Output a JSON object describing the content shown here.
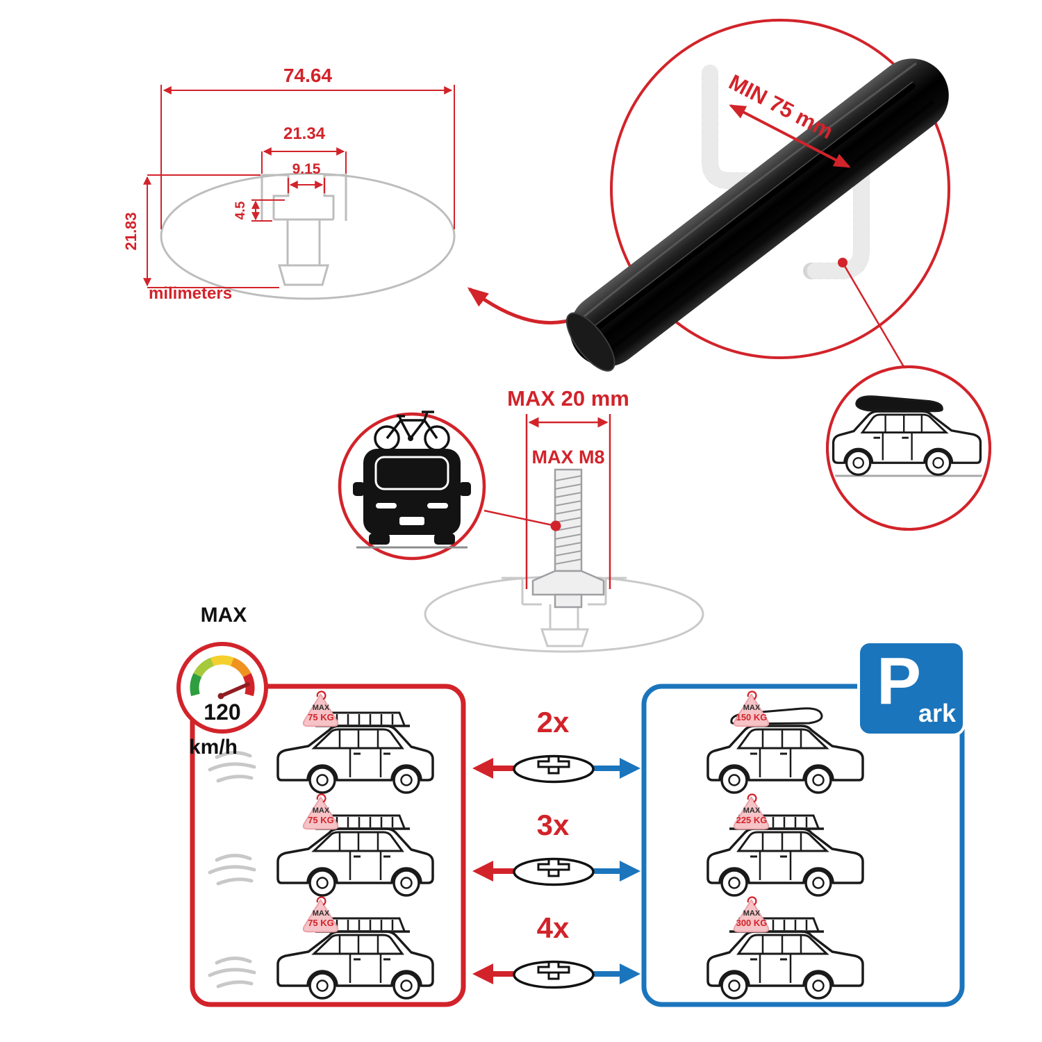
{
  "diagram_dims": {
    "total_width": "74.64",
    "channel_width": "21.34",
    "slot_width": "9.15",
    "lip_depth": "4.5",
    "total_height": "21.83",
    "units": "milimeters"
  },
  "bar_callout": {
    "min_span": "MIN 75 mm"
  },
  "bolt": {
    "max_width": "MAX 20 mm",
    "max_thread": "MAX M8"
  },
  "speed": {
    "label": "MAX",
    "value": "120",
    "unit": "km/h"
  },
  "park": {
    "p": "P",
    "ark": "ark"
  },
  "rows": {
    "multipliers": [
      "2x",
      "3x",
      "4x"
    ],
    "left": [
      {
        "tag_label": "MAX",
        "tag_value": "75 KG"
      },
      {
        "tag_label": "MAX",
        "tag_value": "75 KG"
      },
      {
        "tag_label": "MAX",
        "tag_value": "75 KG"
      }
    ],
    "right": [
      {
        "tag_label": "MAX",
        "tag_value": "150 KG"
      },
      {
        "tag_label": "MAX",
        "tag_value": "225 KG"
      },
      {
        "tag_label": "MAX",
        "tag_value": "300 KG"
      }
    ]
  },
  "colors": {
    "accent_red": "#d2232a",
    "accent_blue": "#1b75bc",
    "sketch_gray": "#c9c9c9"
  }
}
